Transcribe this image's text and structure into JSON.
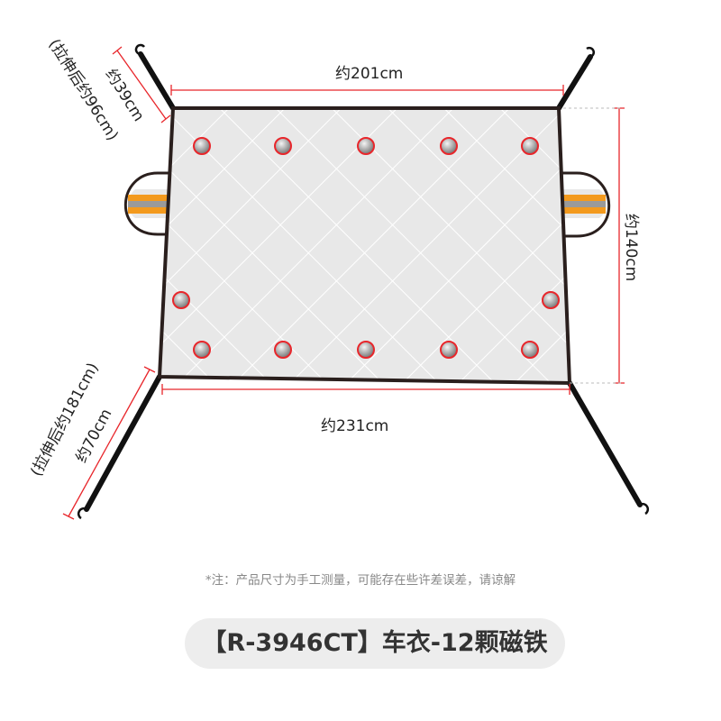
{
  "dimensions": {
    "top_width": "约201cm",
    "bottom_width": "约231cm",
    "height": "约140cm",
    "top_strap": "约39cm",
    "top_strap_stretched": "(拉伸后约96cm)",
    "bottom_strap": "约70cm",
    "bottom_strap_stretched": "(拉伸后约181cm)"
  },
  "note": "*注：产品尺寸为手工测量，可能存在些许差误差，请谅解",
  "title": "【R-3946CT】车衣-12颗磁铁",
  "colors": {
    "dimension_line": "#e8262b",
    "cover_fill": "#e6e6e6",
    "cover_border": "#2a1f1d",
    "reflective_orange": "#f39a1e",
    "magnet_ring": "#e8262b"
  },
  "magnet_count": 12
}
